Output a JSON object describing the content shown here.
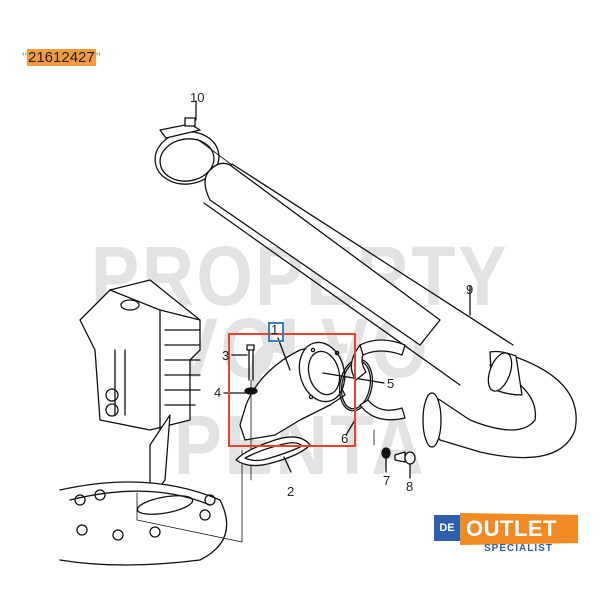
{
  "part_number": {
    "open_quote": "\"",
    "value": "21612427",
    "close_quote": "\"",
    "highlight_color": "#f49a3f"
  },
  "watermark": {
    "line1": "PROPERTY OF",
    "line2": "VOLVO PENTA"
  },
  "callouts": [
    {
      "id": "1",
      "label": "1",
      "part": "exhaust elbow (highlighted)"
    },
    {
      "id": "2",
      "label": "2",
      "part": "gasket"
    },
    {
      "id": "3",
      "label": "3",
      "part": "bolt"
    },
    {
      "id": "4",
      "label": "4",
      "part": "washer"
    },
    {
      "id": "5",
      "label": "5",
      "part": "o-ring"
    },
    {
      "id": "6",
      "label": "6",
      "part": "half flange"
    },
    {
      "id": "7",
      "label": "7",
      "part": "washer"
    },
    {
      "id": "8",
      "label": "8",
      "part": "bolt"
    },
    {
      "id": "9",
      "label": "9",
      "part": "exhaust hose"
    },
    {
      "id": "10",
      "label": "10",
      "part": "hose clamp"
    }
  ],
  "highlight": {
    "red_box_color": "#e8442c",
    "blue_box_color": "#3a7cc9"
  },
  "logo": {
    "de": "DE",
    "outlet": "OUTLET",
    "specialist": "SPECIALIST",
    "orange": "#f18a24",
    "blue": "#2e5fae"
  }
}
